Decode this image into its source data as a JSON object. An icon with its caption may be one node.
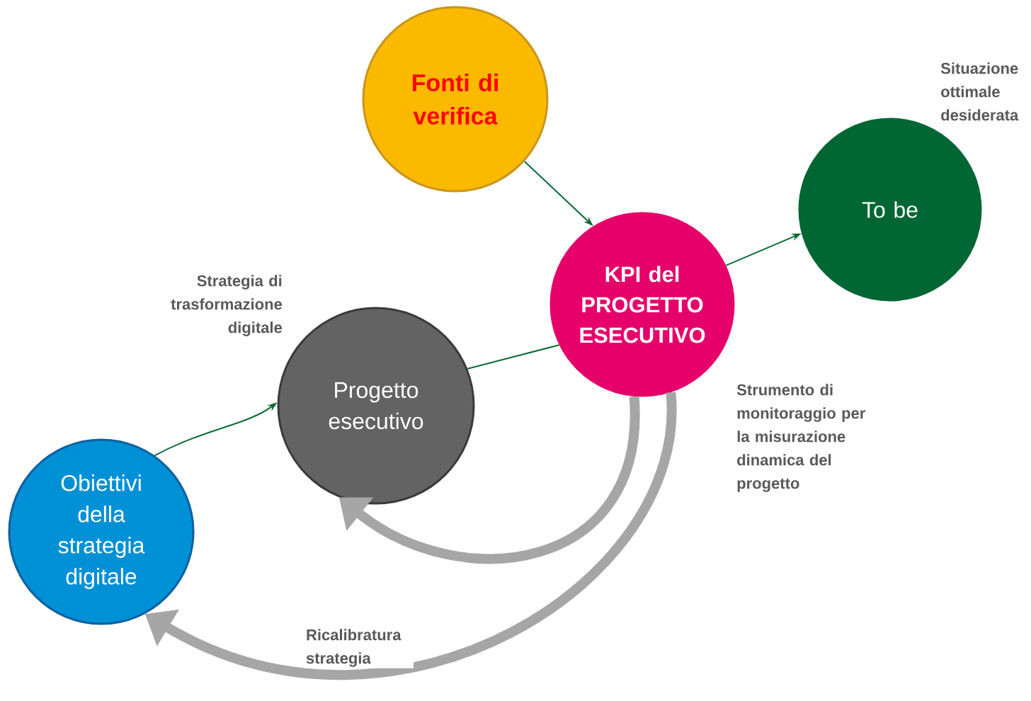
{
  "diagram": {
    "nodes": [
      {
        "text": [
          "Fonti di verifica"
        ]
      },
      {
        "text": [
          "To be"
        ],
        "beside": [
          "Situazione ottimale desiderata"
        ]
      },
      {
        "text": [
          "KPI del PROGETTO ESECUTIVO"
        ],
        "beside": [
          "Strumento di monitoraggio per la misurazione dinamica del progetto"
        ]
      },
      {
        "text": [
          "Progetto esecutivo"
        ],
        "beside": [
          "Strategia di trasformazione digitale"
        ]
      },
      {
        "text": [
          "Obiettivi della strategia digitale"
        ]
      }
    ],
    "edges": [
      {
        "from": 0,
        "to": 2,
        "arrow": "to"
      },
      {
        "from": 2,
        "to": 1,
        "arrow": "to"
      },
      {
        "from": 3,
        "to": 2,
        "arrow": "none"
      },
      {
        "from": 4,
        "to": 3,
        "arrow": "to"
      },
      {
        "from": 2,
        "to": 3,
        "arrow": "to",
        "style": "thick",
        "color": "#a6a6a6"
      },
      {
        "from": 2,
        "to": 4,
        "arrow": "to",
        "style": "thick",
        "color": "#a6a6a6",
        "label": "Ricalibratura strategia"
      }
    ]
  }
}
